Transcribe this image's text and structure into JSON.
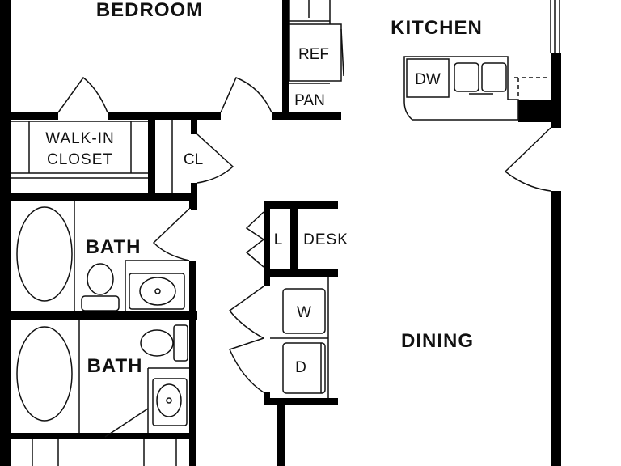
{
  "rooms": {
    "bedroom": "BEDROOM",
    "kitchen": "KITCHEN",
    "walk_in_closet_line1": "WALK-IN",
    "walk_in_closet_line2": "CLOSET",
    "closet": "CL",
    "bath_upper": "BATH",
    "bath_lower": "BATH",
    "linen": "L",
    "desk": "DESK",
    "dining": "DINING"
  },
  "fixtures": {
    "refrigerator": "REF",
    "pantry": "PAN",
    "dishwasher": "DW",
    "washer": "W",
    "dryer": "D"
  },
  "colors": {
    "wall": "#000000",
    "line": "#111111",
    "background": "#ffffff"
  }
}
